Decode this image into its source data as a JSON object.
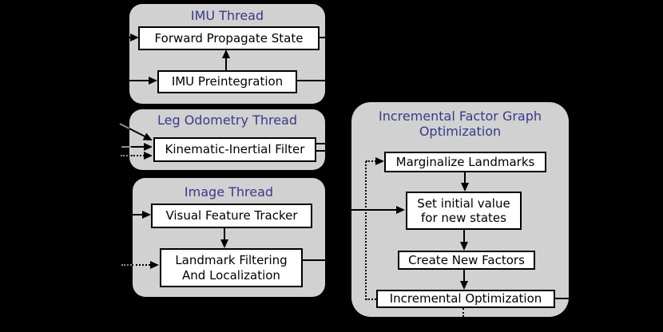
{
  "colors": {
    "background": "#000000",
    "panel_fill": "#d1d1d1",
    "panel_title_text": "#39398c",
    "node_fill": "#ffffff",
    "node_border": "#000000",
    "connector": "#000000",
    "connector_halo_on_black": "#8f8f8f"
  },
  "panels": {
    "imu": {
      "title": "IMU Thread",
      "forward_propagate_state": "Forward Propagate State",
      "imu_preintegration": "IMU Preintegration"
    },
    "leg_odometry": {
      "title": "Leg Odometry Thread",
      "kinematic_inertial_filter": "Kinematic-Inertial Filter"
    },
    "image": {
      "title": "Image Thread",
      "visual_feature_tracker": "Visual Feature Tracker",
      "landmark_filtering": "Landmark Filtering\nAnd Localization"
    },
    "factor_graph": {
      "title": "Incremental Factor Graph\nOptimization",
      "marginalize_landmarks": "Marginalize Landmarks",
      "set_initial_value": "Set initial value\nfor new states",
      "create_new_factors": "Create New Factors",
      "incremental_optimization": "Incremental Optimization"
    }
  }
}
